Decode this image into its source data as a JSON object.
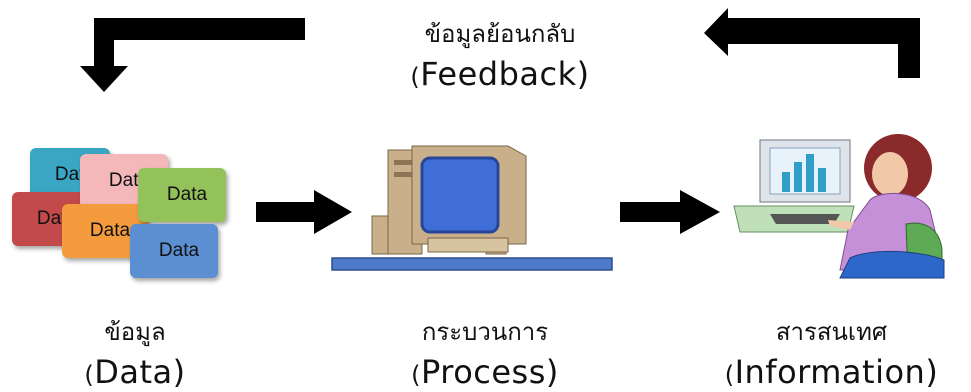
{
  "feedback": {
    "thai": "ข้อมูลย้อนกลับ",
    "paren_open": "(",
    "english": "Feedback",
    "paren_close": ")"
  },
  "stages": [
    {
      "thai": "ข้อมูล",
      "paren_open": "(",
      "english": "Data",
      "paren_close": ")"
    },
    {
      "thai": "กระบวนการ",
      "paren_open": "(",
      "english": "Process",
      "paren_close": ")"
    },
    {
      "thai": "สารสนเทศ",
      "paren_open": "(",
      "english": "Information",
      "paren_close": ")"
    }
  ],
  "data_cards": [
    {
      "label": "Data",
      "color": "#3aa6c4"
    },
    {
      "label": "Data",
      "color": "#c24a4a"
    },
    {
      "label": "Data",
      "color": "#f4b8bb"
    },
    {
      "label": "Data",
      "color": "#f39b3d"
    },
    {
      "label": "Data",
      "color": "#93c25a"
    },
    {
      "label": "Data",
      "color": "#5b8fd2"
    }
  ],
  "colors": {
    "arrow": "#000000",
    "monitor_frame": "#c9b08a",
    "screen": "#3f6fd6",
    "desk": "#4d79c8"
  },
  "icons": {
    "data": "data-cards-icon",
    "process": "computer-icon",
    "information": "person-at-computer-icon"
  }
}
